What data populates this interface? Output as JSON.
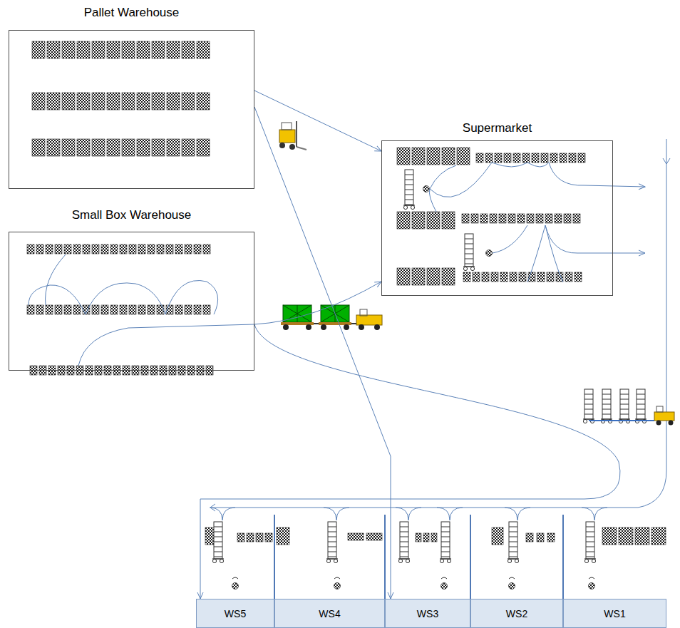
{
  "diagram": {
    "nodes": [
      {
        "text": [
          "Pallet Warehouse"
        ]
      },
      {
        "text": [
          "Small Box Warehouse"
        ]
      },
      {
        "text": [
          "Supermarket"
        ]
      },
      {
        "text": [
          "WS5"
        ]
      },
      {
        "text": [
          "WS4"
        ]
      },
      {
        "text": [
          "WS3"
        ]
      },
      {
        "text": [
          "WS2"
        ]
      },
      {
        "text": [
          "WS1"
        ]
      }
    ],
    "edges": [
      {
        "from": 0,
        "to": 2,
        "arrow": "to"
      },
      {
        "from": 0,
        "to": 5,
        "arrow": "to"
      },
      {
        "from": 1,
        "to": 2,
        "arrow": "to"
      },
      {
        "from": 1,
        "to": 3,
        "arrow": "to"
      }
    ]
  }
}
